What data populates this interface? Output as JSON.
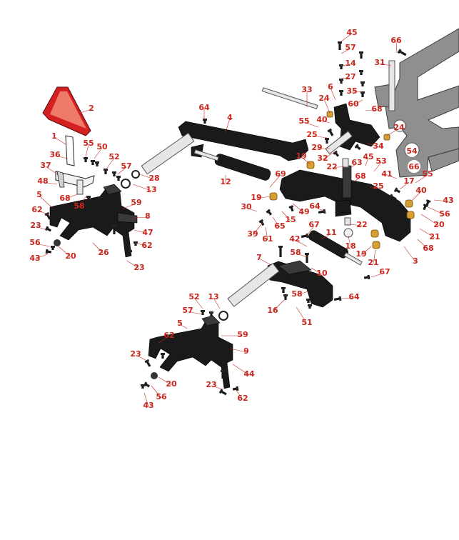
{
  "diagram": {
    "colors": {
      "callout": "#c8281e",
      "frame": "#1a1a1a",
      "frame_highlight": "#3a3a3a",
      "shaft": "#e6e6e6",
      "shaft_outline": "#555555",
      "bushing": "#d8a030",
      "mower_frame": "#8f8f8f",
      "sms_red": "#d42020",
      "sms_orange": "#f07a6a"
    },
    "callouts": [
      {
        "id": "c1",
        "label": "45"
      },
      {
        "id": "c2",
        "label": "66"
      },
      {
        "id": "c3",
        "label": "57"
      },
      {
        "id": "c4",
        "label": "14"
      },
      {
        "id": "c5",
        "label": "31"
      },
      {
        "id": "c6",
        "label": "27"
      },
      {
        "id": "c7",
        "label": "6"
      },
      {
        "id": "c8",
        "label": "35"
      },
      {
        "id": "c9",
        "label": "33"
      },
      {
        "id": "c10",
        "label": "24"
      },
      {
        "id": "c11",
        "label": "60"
      },
      {
        "id": "c12",
        "label": "68"
      },
      {
        "id": "c13",
        "label": "2"
      },
      {
        "id": "c14",
        "label": "64"
      },
      {
        "id": "c15",
        "label": "40"
      },
      {
        "id": "c16",
        "label": "4"
      },
      {
        "id": "c17",
        "label": "55"
      },
      {
        "id": "c18",
        "label": "24"
      },
      {
        "id": "c19",
        "label": "25"
      },
      {
        "id": "c20",
        "label": "1"
      },
      {
        "id": "c21",
        "label": "29"
      },
      {
        "id": "c22",
        "label": "34"
      },
      {
        "id": "c23",
        "label": "55"
      },
      {
        "id": "c24",
        "label": "50"
      },
      {
        "id": "c25",
        "label": "54"
      },
      {
        "id": "c26",
        "label": "36"
      },
      {
        "id": "c27",
        "label": "52"
      },
      {
        "id": "c28",
        "label": "32"
      },
      {
        "id": "c29",
        "label": "45"
      },
      {
        "id": "c30",
        "label": "19"
      },
      {
        "id": "c31",
        "label": "53"
      },
      {
        "id": "c32",
        "label": "37"
      },
      {
        "id": "c33",
        "label": "57"
      },
      {
        "id": "c34",
        "label": "63"
      },
      {
        "id": "c35",
        "label": "22"
      },
      {
        "id": "c36",
        "label": "66"
      },
      {
        "id": "c37",
        "label": "28"
      },
      {
        "id": "c38",
        "label": "69"
      },
      {
        "id": "c39",
        "label": "68"
      },
      {
        "id": "c40",
        "label": "41"
      },
      {
        "id": "c41",
        "label": "55"
      },
      {
        "id": "c42",
        "label": "48"
      },
      {
        "id": "c43",
        "label": "12"
      },
      {
        "id": "c44",
        "label": "25"
      },
      {
        "id": "c45",
        "label": "17"
      },
      {
        "id": "c46",
        "label": "13"
      },
      {
        "id": "c47",
        "label": "5"
      },
      {
        "id": "c48",
        "label": "19"
      },
      {
        "id": "c49",
        "label": "40"
      },
      {
        "id": "c50",
        "label": "68"
      },
      {
        "id": "c51",
        "label": "43"
      },
      {
        "id": "c52",
        "label": "59"
      },
      {
        "id": "c53",
        "label": "58"
      },
      {
        "id": "c54",
        "label": "30"
      },
      {
        "id": "c55",
        "label": "64"
      },
      {
        "id": "c56",
        "label": "56"
      },
      {
        "id": "c57",
        "label": "62"
      },
      {
        "id": "c58",
        "label": "49"
      },
      {
        "id": "c59",
        "label": "8"
      },
      {
        "id": "c60",
        "label": "15"
      },
      {
        "id": "c61",
        "label": "20"
      },
      {
        "id": "c62",
        "label": "23"
      },
      {
        "id": "c63",
        "label": "65"
      },
      {
        "id": "c64",
        "label": "39"
      },
      {
        "id": "c65",
        "label": "67"
      },
      {
        "id": "c66",
        "label": "22"
      },
      {
        "id": "c67",
        "label": "47"
      },
      {
        "id": "c68",
        "label": "21"
      },
      {
        "id": "c69",
        "label": "11"
      },
      {
        "id": "c70",
        "label": "61"
      },
      {
        "id": "c71",
        "label": "62"
      },
      {
        "id": "c72",
        "label": "56"
      },
      {
        "id": "c73",
        "label": "42"
      },
      {
        "id": "c74",
        "label": "18"
      },
      {
        "id": "c75",
        "label": "68"
      },
      {
        "id": "c76",
        "label": "26"
      },
      {
        "id": "c77",
        "label": "58"
      },
      {
        "id": "c78",
        "label": "19"
      },
      {
        "id": "c79",
        "label": "43"
      },
      {
        "id": "c80",
        "label": "20"
      },
      {
        "id": "c81",
        "label": "7"
      },
      {
        "id": "c82",
        "label": "3"
      },
      {
        "id": "c83",
        "label": "23"
      },
      {
        "id": "c84",
        "label": "21"
      },
      {
        "id": "c85",
        "label": "10"
      },
      {
        "id": "c86",
        "label": "67"
      },
      {
        "id": "c87",
        "label": "58"
      },
      {
        "id": "c88",
        "label": "64"
      },
      {
        "id": "c89",
        "label": "52"
      },
      {
        "id": "c90",
        "label": "13"
      },
      {
        "id": "c91",
        "label": "16"
      },
      {
        "id": "c92",
        "label": "57"
      },
      {
        "id": "c93",
        "label": "51"
      },
      {
        "id": "c94",
        "label": "5"
      },
      {
        "id": "c95",
        "label": "59"
      },
      {
        "id": "c96",
        "label": "62"
      },
      {
        "id": "c97",
        "label": "9"
      },
      {
        "id": "c98",
        "label": "23"
      },
      {
        "id": "c99",
        "label": "44"
      },
      {
        "id": "c100",
        "label": "20"
      },
      {
        "id": "c101",
        "label": "23"
      },
      {
        "id": "c102",
        "label": "56"
      },
      {
        "id": "c103",
        "label": "62"
      },
      {
        "id": "c104",
        "label": "43"
      }
    ]
  }
}
